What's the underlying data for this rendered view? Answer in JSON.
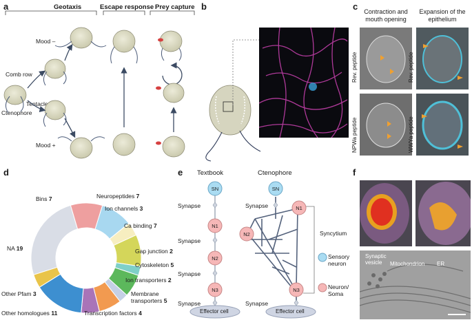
{
  "panel_a": {
    "letter": "a",
    "headers": [
      "Geotaxis",
      "Escape response",
      "Prey capture"
    ],
    "labels": {
      "mood_minus": "Mood –",
      "mood_plus": "Mood +",
      "comb_row": "Comb row",
      "tentacle": "Tentacle",
      "ctenophore": "Ctenophore"
    }
  },
  "panel_b": {
    "letter": "b"
  },
  "panel_c": {
    "letter": "c",
    "col_headers": [
      "Contraction and\nmouth opening",
      "Expansion of the\nepithelium"
    ],
    "row_labels": [
      "Rev. peptide",
      "NPWa peptide",
      "Rev. peptide",
      "WWYa peptide"
    ]
  },
  "panel_d": {
    "letter": "d",
    "labels": [
      {
        "name": "Neuropeptides",
        "value": "7"
      },
      {
        "name": "Ion channels",
        "value": "3"
      },
      {
        "name": "Ca binding",
        "value": "7"
      },
      {
        "name": "Gap junction",
        "value": "2"
      },
      {
        "name": "Cytoskeleton",
        "value": "5"
      },
      {
        "name": "Ion transporters",
        "value": "2"
      },
      {
        "name": "Membrane transporters",
        "value": "5"
      },
      {
        "name": "Transcription factors",
        "value": "4"
      },
      {
        "name": "Other homologues",
        "value": "11"
      },
      {
        "name": "Other Pfam",
        "value": "3"
      },
      {
        "name": "NA",
        "value": "19"
      },
      {
        "name": "Bins",
        "value": "7"
      }
    ],
    "slices": [
      {
        "v": 7,
        "color": "#a8d8f0"
      },
      {
        "v": 3,
        "color": "#f7eec0"
      },
      {
        "v": 7,
        "color": "#d4d65a"
      },
      {
        "v": 2,
        "color": "#7fd0c8"
      },
      {
        "v": 5,
        "color": "#5cb85c"
      },
      {
        "v": 2,
        "color": "#c5d0e6"
      },
      {
        "v": 5,
        "color": "#f29a50"
      },
      {
        "v": 4,
        "color": "#a974b8"
      },
      {
        "v": 11,
        "color": "#3d8fd0"
      },
      {
        "v": 3,
        "color": "#e9c44a"
      },
      {
        "v": 19,
        "color": "#d9dde6"
      },
      {
        "v": 7,
        "color": "#ee9f9f"
      }
    ]
  },
  "panel_e": {
    "letter": "e",
    "col_headers": [
      "Textbook",
      "Ctenophore"
    ],
    "nodes": {
      "sn": "SN",
      "n1": "N1",
      "n2": "N2",
      "n3": "N3"
    },
    "synapse": "Synapse",
    "syncytium": "Syncytium",
    "effector": "Effector cell",
    "legend": [
      {
        "text": "Sensory\nneuron",
        "color": "#aadcf2"
      },
      {
        "text": "Neuron/\nSoma",
        "color": "#f6b7b7"
      }
    ]
  },
  "panel_f": {
    "letter": "f",
    "labels": {
      "vesicle": "Synaptic\nvesicle",
      "mito": "Mitochondrion",
      "er": "ER"
    }
  }
}
